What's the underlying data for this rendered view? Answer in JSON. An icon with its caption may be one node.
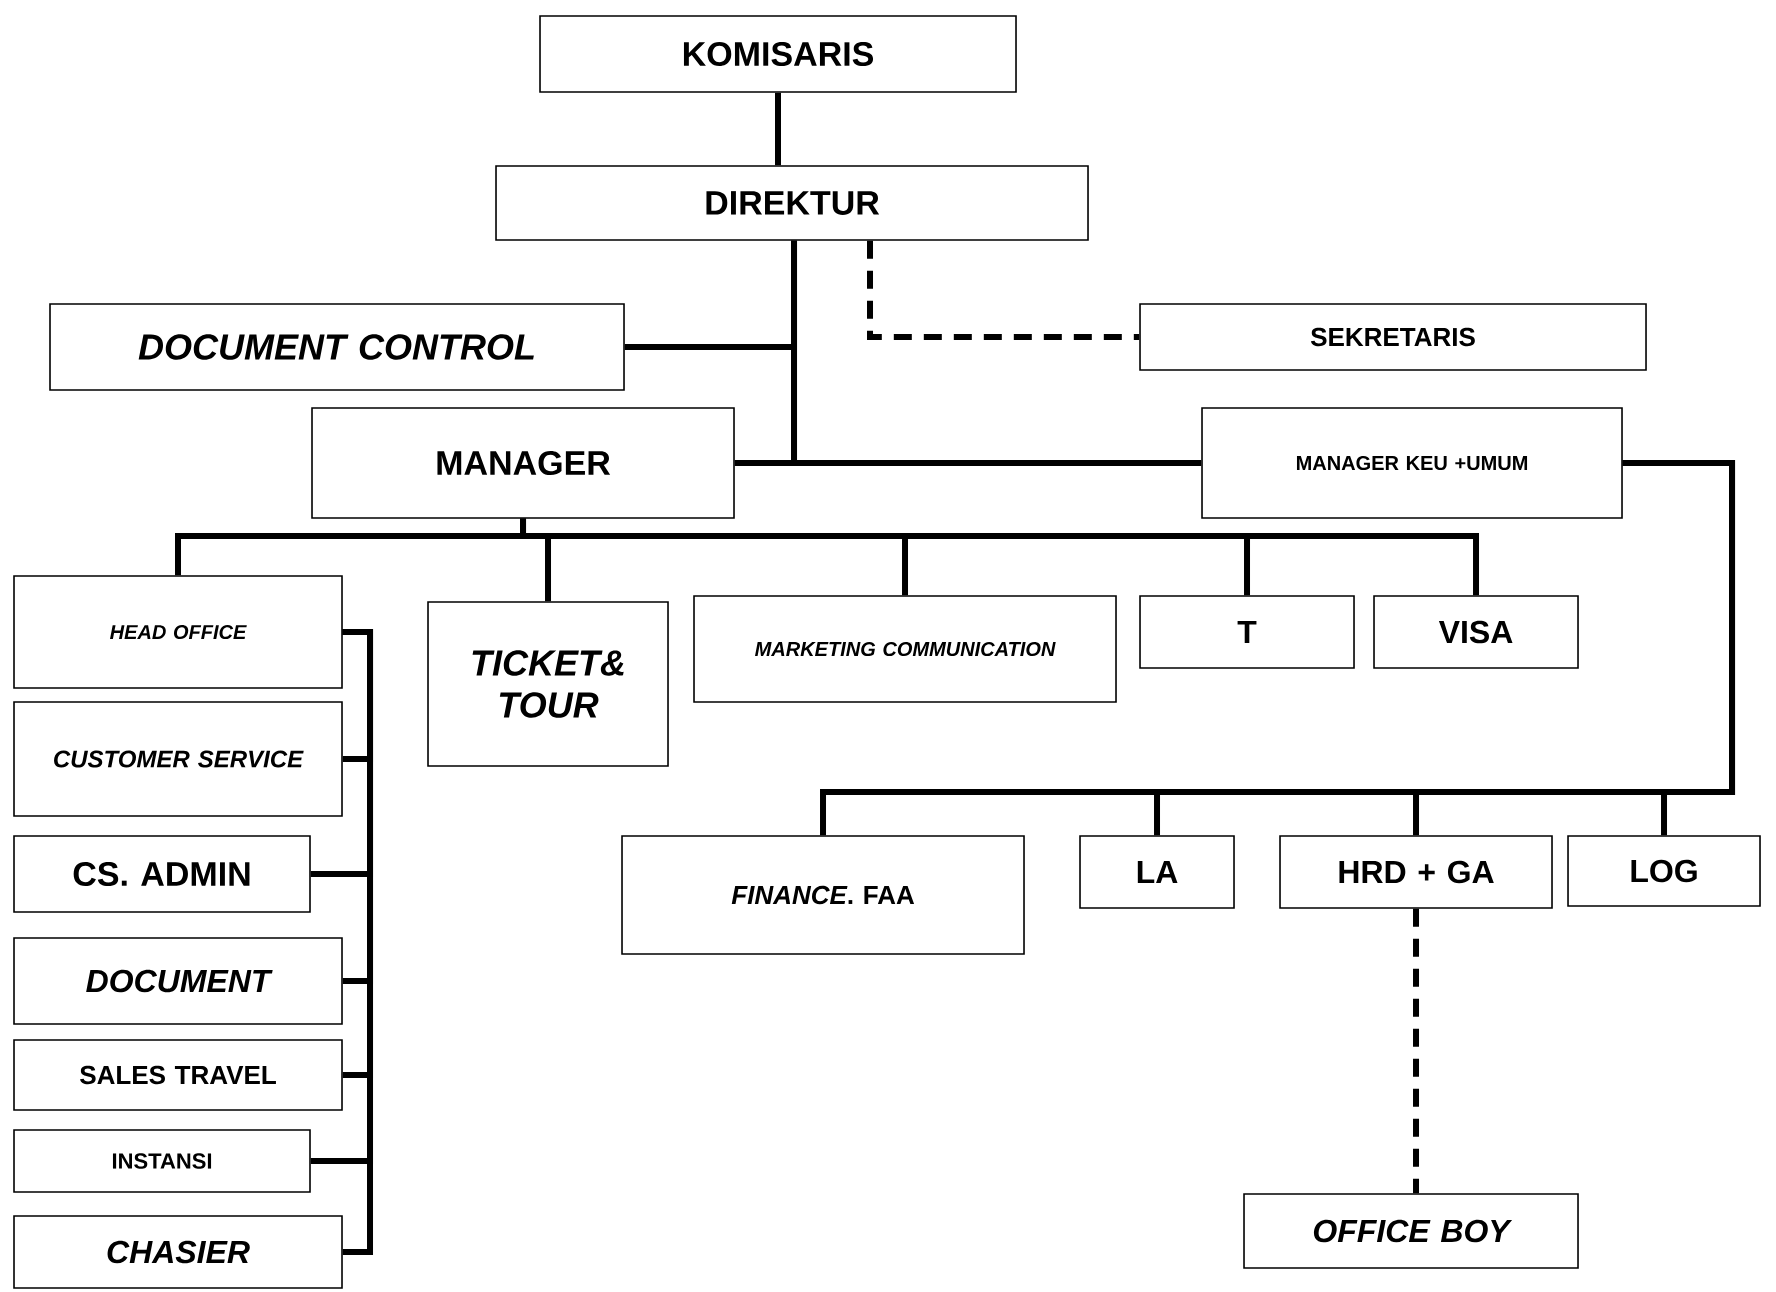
{
  "diagram": {
    "nodes": [
      {
        "text": [
          "KOMISARIS"
        ]
      },
      {
        "text": [
          "DIREKTUR"
        ]
      },
      {
        "text": [
          "DOCUMENT CONTROL"
        ]
      },
      {
        "text": [
          "SEKRETARIS"
        ]
      },
      {
        "text": [
          "MANAGER"
        ]
      },
      {
        "text": [
          "MANAGER KEU +UMUM"
        ]
      },
      {
        "text": [
          "HEAD OFFICE"
        ]
      },
      {
        "text": [
          "CUSTOMER SERVICE"
        ]
      },
      {
        "text": [
          "CS. ADMIN"
        ]
      },
      {
        "text": [
          "DOCUMENT"
        ]
      },
      {
        "text": [
          "SALES TRAVEL"
        ]
      },
      {
        "text": [
          "INSTANSI"
        ]
      },
      {
        "text": [
          "CHASIER"
        ]
      },
      {
        "text": [
          "TICKET& TOUR"
        ]
      },
      {
        "text": [
          "MARKETING COMMUNICATION"
        ]
      },
      {
        "text": [
          "T"
        ]
      },
      {
        "text": [
          "VISA"
        ]
      },
      {
        "text": [
          "*FINANCE*. FAA"
        ]
      },
      {
        "text": [
          "LA"
        ]
      },
      {
        "text": [
          "HRD + GA"
        ]
      },
      {
        "text": [
          "LOG"
        ]
      },
      {
        "text": [
          "OFFICE BOY"
        ]
      }
    ],
    "edges": [
      {
        "from": 0,
        "to": 1,
        "arrow": "none"
      },
      {
        "from": 1,
        "to": 2,
        "arrow": "none"
      },
      {
        "from": 1,
        "to": 4,
        "arrow": "none"
      },
      {
        "from": 1,
        "to": 5,
        "arrow": "none"
      },
      {
        "from": 1,
        "to": 3,
        "arrow": "none",
        "style": "dashed"
      },
      {
        "from": 4,
        "to": 6,
        "arrow": "none"
      },
      {
        "from": 6,
        "to": 7,
        "arrow": "none"
      },
      {
        "from": 6,
        "to": 8,
        "arrow": "none"
      },
      {
        "from": 6,
        "to": 9,
        "arrow": "none"
      },
      {
        "from": 6,
        "to": 10,
        "arrow": "none"
      },
      {
        "from": 6,
        "to": 11,
        "arrow": "none"
      },
      {
        "from": 6,
        "to": 12,
        "arrow": "none"
      },
      {
        "from": 4,
        "to": 13,
        "arrow": "none"
      },
      {
        "from": 4,
        "to": 14,
        "arrow": "none"
      },
      {
        "from": 4,
        "to": 15,
        "arrow": "none"
      },
      {
        "from": 4,
        "to": 16,
        "arrow": "none"
      },
      {
        "from": 5,
        "to": 17,
        "arrow": "none"
      },
      {
        "from": 5,
        "to": 18,
        "arrow": "none"
      },
      {
        "from": 5,
        "to": 19,
        "arrow": "none"
      },
      {
        "from": 5,
        "to": 20,
        "arrow": "none"
      },
      {
        "from": 19,
        "to": 21,
        "arrow": "none",
        "style": "dashed"
      }
    ]
  }
}
